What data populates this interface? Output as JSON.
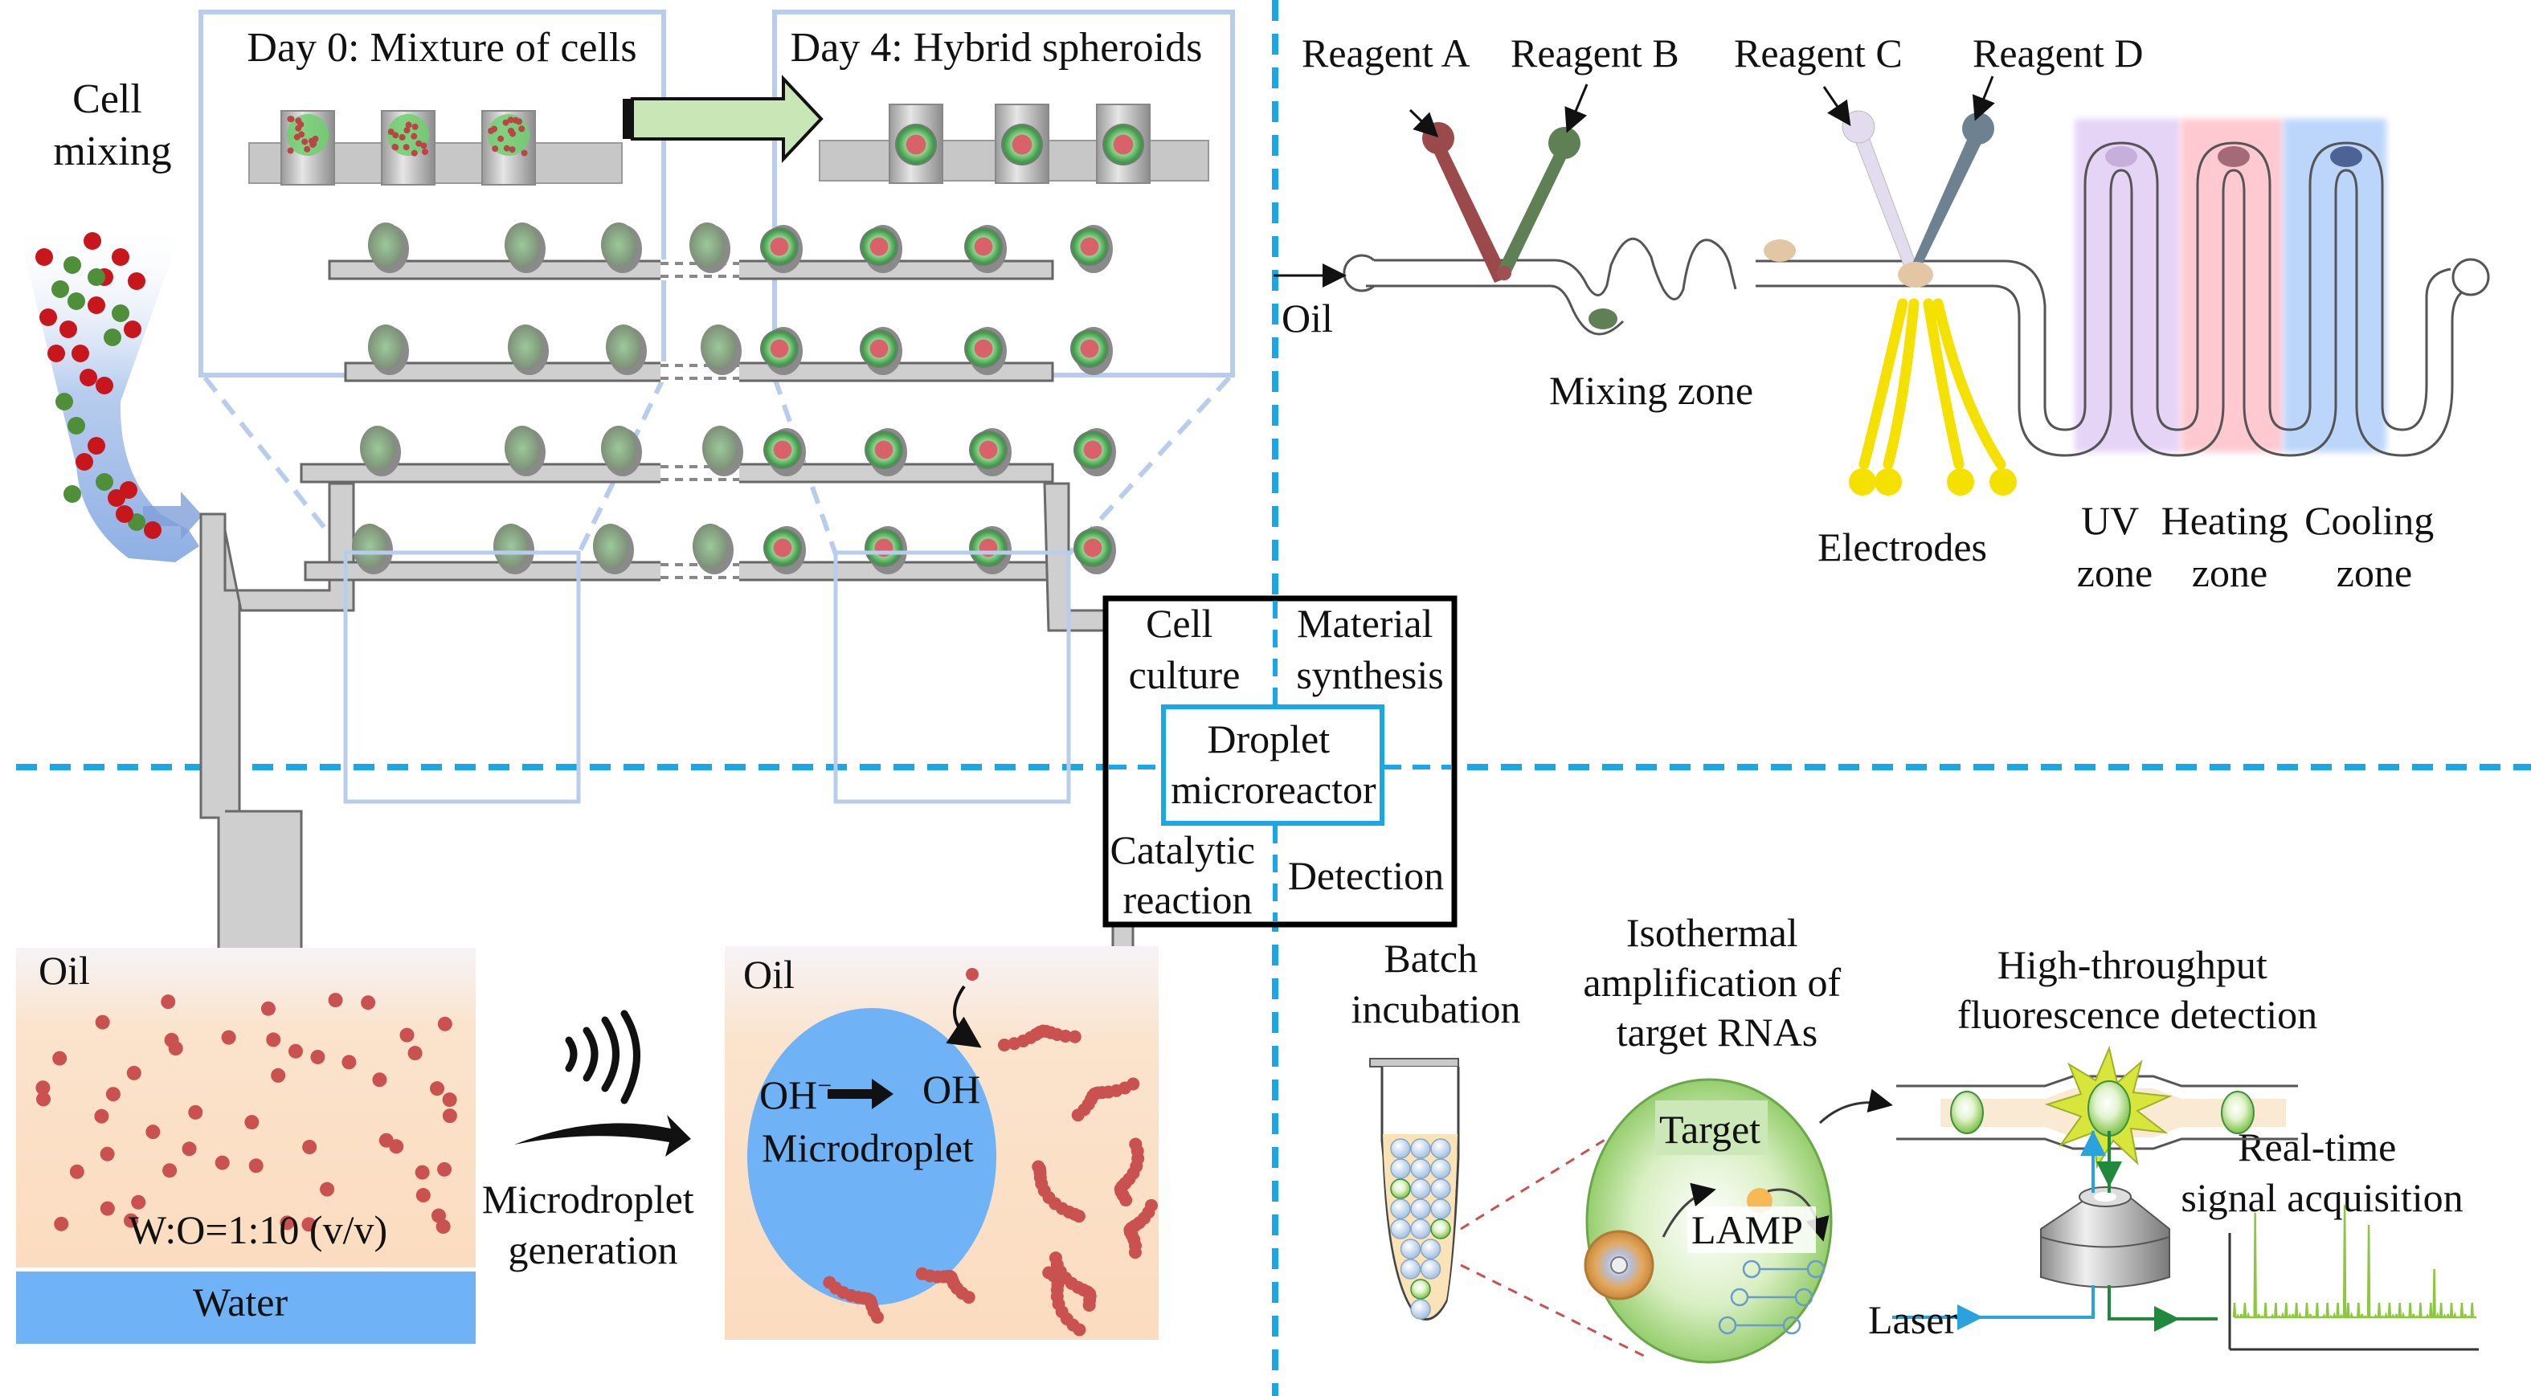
{
  "figure": {
    "center": {
      "title_line1": "Droplet",
      "title_line2": "microreactor",
      "quadrants": {
        "top_left": [
          "Cell",
          "culture"
        ],
        "top_right": [
          "Material",
          "synthesis"
        ],
        "bottom_left": [
          "Catalytic",
          "reaction"
        ],
        "bottom_right": [
          "Detection"
        ]
      }
    },
    "cell_culture": {
      "feed_label": [
        "Cell",
        "mixing"
      ],
      "inset_day0": "Day 0: Mixture of cells",
      "inset_day4": "Day 4: Hybrid spheroids"
    },
    "material_synthesis": {
      "reagents": [
        "Reagent A",
        "Reagent B",
        "Reagent C",
        "Reagent D"
      ],
      "inlet_label": "Oil",
      "mixing_zone": "Mixing zone",
      "electrodes": "Electrodes",
      "zones": [
        {
          "line1": "UV",
          "line2": "zone",
          "color": "#e6d4f7"
        },
        {
          "line1": "Heating",
          "line2": "zone",
          "color": "#ffc9d2"
        },
        {
          "line1": "Cooling",
          "line2": "zone",
          "color": "#bcd6fb"
        }
      ],
      "reagent_colors": [
        "#9a4a4a",
        "#5f7f55",
        "#e3dcef",
        "#6e8190"
      ]
    },
    "catalytic_reaction": {
      "left_panel": {
        "phase_top": "Oil",
        "ratio": "W:O=1:10 (v/v)",
        "phase_bottom": "Water"
      },
      "process_label": [
        "Microdroplet",
        "generation"
      ],
      "right_panel": {
        "phase": "Oil",
        "reaction_left": "OH",
        "reaction_left_sup": "−",
        "reaction_right": "OH",
        "droplet_label": "Microdroplet"
      }
    },
    "detection": {
      "step1": [
        "Batch",
        "incubation"
      ],
      "step2": [
        "Isothermal",
        "amplification of",
        "target RNAs"
      ],
      "step3": [
        "High-throughput",
        "fluorescence detection"
      ],
      "step4": [
        "Real-time",
        "signal acquisition"
      ],
      "target_label": "Target",
      "lamp_label": "LAMP",
      "laser_label": "Laser"
    },
    "colors": {
      "divider": "#1aa7e6",
      "center_box": "#000000",
      "inner_box": "#1aa7e6",
      "water": "#6fb2f5",
      "oil": "#fbdcc0",
      "signal": "#8dc63f"
    }
  }
}
